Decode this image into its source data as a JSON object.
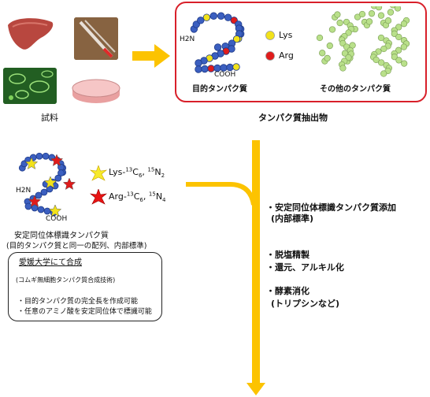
{
  "top_left": {
    "label": "試料",
    "samples": [
      "liver-image",
      "pipette-image",
      "cell-culture-image",
      "petri-dish-image"
    ]
  },
  "extract_box": {
    "title": "タンパク質抽出物",
    "target_protein_label": "目的タンパク質",
    "other_protein_label": "その他のタンパク質",
    "n_term": "H2N",
    "c_term": "COOH",
    "legend": [
      {
        "name": "Lys",
        "color": "#f2e21a"
      },
      {
        "name": "Arg",
        "color": "#e01b1b"
      }
    ]
  },
  "labeled_protein": {
    "n_term": "H2N",
    "c_term": "COOH",
    "legend_lys": {
      "prefix": "Lys-",
      "sup1": "13",
      "el1": "C",
      "sub1": "6",
      "sep": ", ",
      "sup2": "15",
      "el2": "N",
      "sub2": "2"
    },
    "legend_arg": {
      "prefix": "Arg-",
      "sup1": "13",
      "el1": "C",
      "sub1": "6",
      "sep": ", ",
      "sup2": "15",
      "el2": "N",
      "sub2": "4"
    },
    "caption_line1": "安定同位体標識タンパク質",
    "caption_line2": "(目的タンパク質と同一の配列、内部標準)",
    "synthesis_title": "愛媛大学にて合成",
    "synthesis_sub": "(コムギ無細胞タンパク質合成技術)",
    "bullet1": "・目的タンパク質の完全長を作成可能",
    "bullet2": "・任意のアミノ酸を安定同位体で標識可能"
  },
  "steps": {
    "step1_line1": "・安定同位体標識タンパク質添加",
    "step1_line2": "(内部標準)",
    "step2_line1": "・脱塩精製",
    "step2_line2": "・還元、アルキル化",
    "step3_line1": "・酵素消化",
    "step3_line2": "(トリプシンなど)"
  },
  "colors": {
    "arrow": "#fcc300",
    "box_border": "#d8202a",
    "bead_blue": "#3b5fc0",
    "bead_outline": "#2b4aa0",
    "other_protein": "#b9e08a"
  }
}
